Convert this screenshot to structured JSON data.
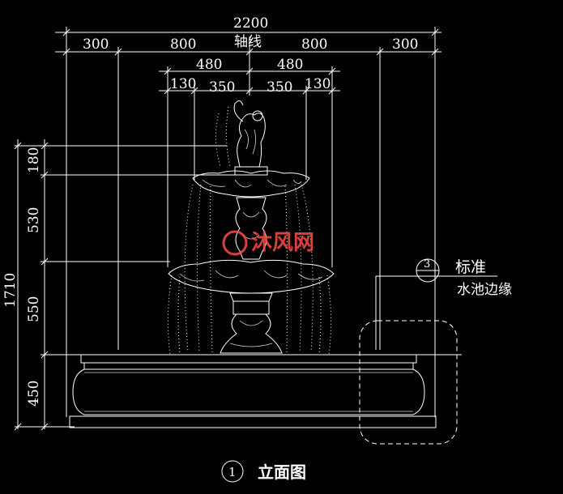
{
  "dimensions": {
    "overall": "2200",
    "axis_label": "轴线",
    "top_row": [
      "300",
      "800",
      "800",
      "300"
    ],
    "mid_row": [
      "480",
      "480"
    ],
    "inner_row": [
      "130",
      "350",
      "350",
      "130"
    ],
    "left_total": "1710",
    "left_segments": [
      "180",
      "530",
      "550",
      "450"
    ]
  },
  "callout": {
    "number": "3",
    "label_line1": "标准",
    "label_line2": "水池边缘"
  },
  "title": {
    "number": "1",
    "text": "立面图"
  },
  "watermark": {
    "text": "沐风网"
  }
}
